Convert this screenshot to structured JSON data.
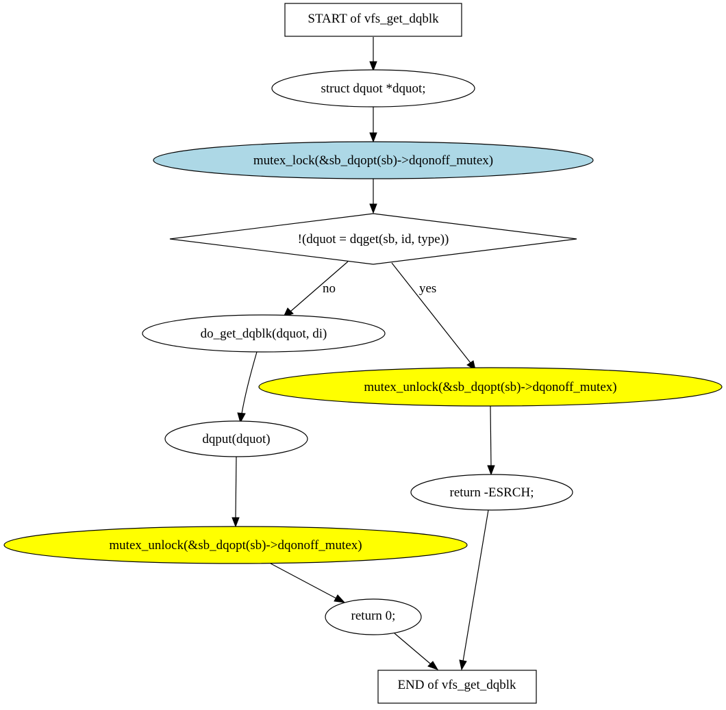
{
  "nodes": {
    "start": {
      "label": "START of vfs_get_dqblk",
      "fill": "#ffffff"
    },
    "decl": {
      "label": "struct dquot *dquot;",
      "fill": "#ffffff"
    },
    "lock": {
      "label": "mutex_lock(&sb_dqopt(sb)->dqonoff_mutex)",
      "fill": "#add8e6"
    },
    "cond": {
      "label": "!(dquot = dqget(sb, id, type))",
      "fill": "#ffffff"
    },
    "do_get": {
      "label": "do_get_dqblk(dquot, di)",
      "fill": "#ffffff"
    },
    "unlock_yes": {
      "label": "mutex_unlock(&sb_dqopt(sb)->dqonoff_mutex)",
      "fill": "#ffff00"
    },
    "dqput": {
      "label": "dqput(dquot)",
      "fill": "#ffffff"
    },
    "ret_esrch": {
      "label": "return -ESRCH;",
      "fill": "#ffffff"
    },
    "unlock_no": {
      "label": "mutex_unlock(&sb_dqopt(sb)->dqonoff_mutex)",
      "fill": "#ffff00"
    },
    "ret0": {
      "label": "return 0;",
      "fill": "#ffffff"
    },
    "end": {
      "label": "END of vfs_get_dqblk",
      "fill": "#ffffff"
    }
  },
  "edges": {
    "no_label": "no",
    "yes_label": "yes"
  }
}
